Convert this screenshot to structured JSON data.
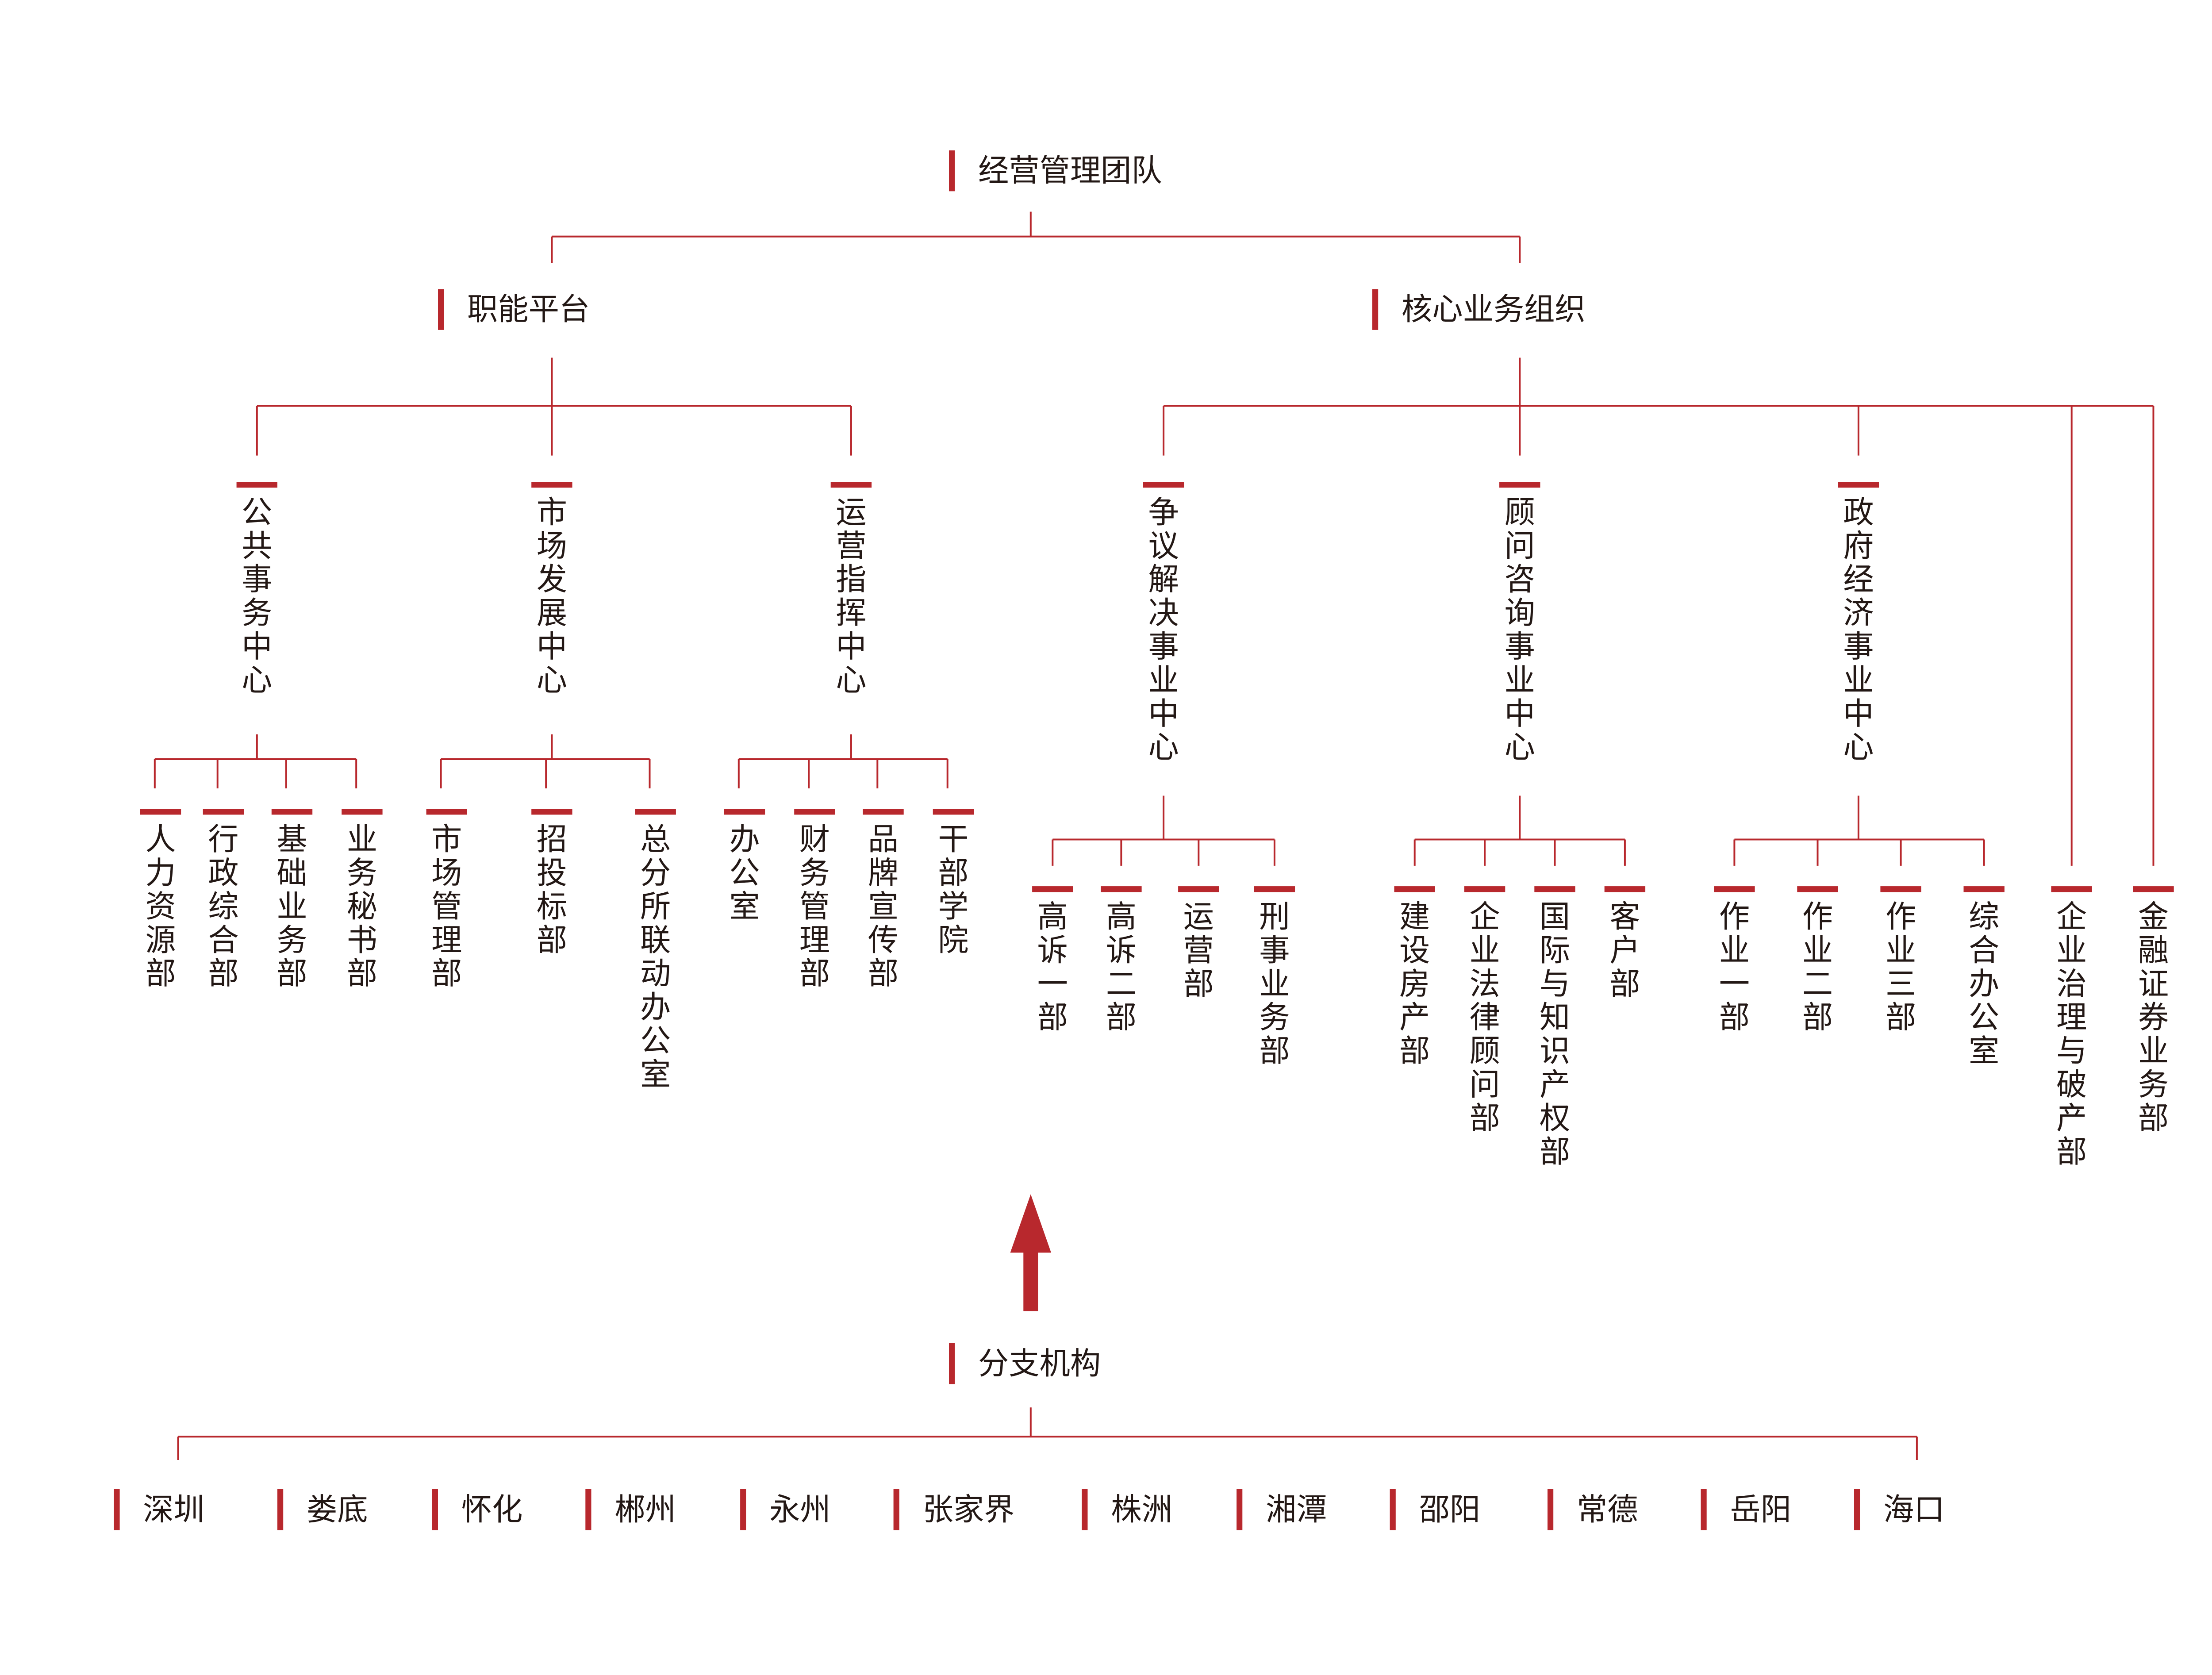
{
  "accent_color": "#b8282d",
  "text_color": "#231815",
  "root": "经营管理团队",
  "functional_platform": {
    "label": "职能平台",
    "centers": [
      {
        "label": "公共事务中心",
        "units": [
          "人力资源部",
          "行政综合部",
          "基础业务部",
          "业务秘书部"
        ]
      },
      {
        "label": "市场发展中心",
        "units": [
          "市场管理部",
          "招投标部",
          "总分所联动办公室"
        ]
      },
      {
        "label": "运营指挥中心",
        "units": [
          "办公室",
          "财务管理部",
          "品牌宣传部",
          "干部学院"
        ]
      }
    ]
  },
  "core_business": {
    "label": "核心业务组织",
    "centers": [
      {
        "label": "争议解决事业中心",
        "units": [
          "高诉一部",
          "高诉二部",
          "运营部",
          "刑事业务部"
        ]
      },
      {
        "label": "顾问咨询事业中心",
        "units": [
          "建设房产部",
          "企业法律顾问部",
          "国际与知识产权部",
          "客户部"
        ]
      },
      {
        "label": "政府经济事业中心",
        "units": [
          "作业一部",
          "作业二部",
          "作业三部",
          "综合办公室"
        ]
      }
    ],
    "direct_units": [
      "企业治理与破产部",
      "金融证券业务部"
    ]
  },
  "branches": {
    "label": "分支机构",
    "items": [
      "深圳",
      "娄底",
      "怀化",
      "郴州",
      "永州",
      "张家界",
      "株洲",
      "湘潭",
      "邵阳",
      "常德",
      "岳阳",
      "海口"
    ]
  },
  "arrow_icon": "up-arrow-icon"
}
